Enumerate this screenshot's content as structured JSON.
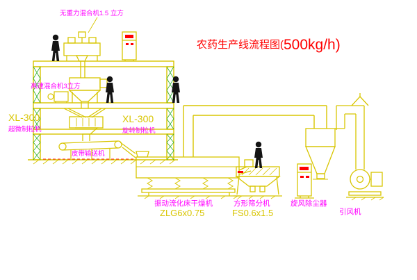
{
  "title": {
    "prefix": "农药生产线流程图(",
    "capacity": "500kg/h)"
  },
  "labels": {
    "mixer_top": "无重力混合机1.5 立方",
    "mixer_highspeed": "高速混合机3立方",
    "granulator_left_model": "XL-300",
    "granulator_left_name": "超微制粒机",
    "granulator_right_model": "XL-300",
    "granulator_right_name": "旋转制粒机",
    "belt_conveyor": "皮带输送机",
    "dryer_name": "振动流化床干燥机",
    "dryer_model": "ZLG6x0.75",
    "sifter_name": "方形筛分机",
    "sifter_model": "FS0.6x1.5",
    "cyclone_name": "旋风除尘器",
    "fan_name": "引风机"
  },
  "colors": {
    "line_yellow": "#d8c500",
    "hatch_green": "#2eb02e",
    "label_magenta": "#ff00ff",
    "accent_red": "#ff0000",
    "figure_dark": "#141414",
    "background": "#ffffff"
  }
}
